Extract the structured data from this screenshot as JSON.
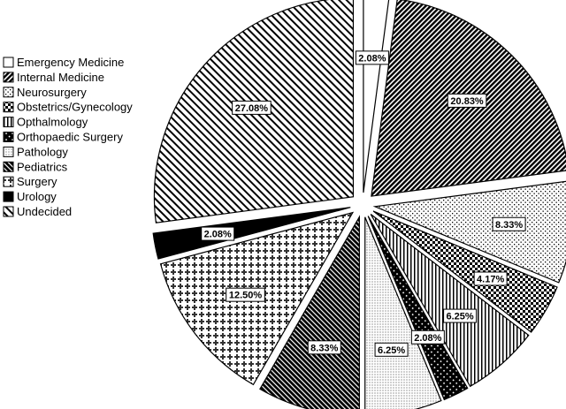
{
  "chart_data": {
    "type": "pie",
    "title": "",
    "legend_position": "left",
    "label_format": "percent",
    "slices": [
      {
        "name": "Emergency Medicine",
        "value": 2.08,
        "label": "2.08%",
        "pattern": "blank",
        "exploded": true
      },
      {
        "name": "Internal Medicine",
        "value": 20.83,
        "label": "20.83%",
        "pattern": "diagonal-dense",
        "exploded": true
      },
      {
        "name": "Neurosurgery",
        "value": 8.33,
        "label": "8.33%",
        "pattern": "dots",
        "exploded": true
      },
      {
        "name": "Obstetrics/Gynecology",
        "value": 4.17,
        "label": "4.17%",
        "pattern": "checker",
        "exploded": true
      },
      {
        "name": "Opthalmology",
        "value": 6.25,
        "label": "6.25%",
        "pattern": "vertical-lines",
        "exploded": true
      },
      {
        "name": "Orthopaedic Surgery",
        "value": 2.08,
        "label": "2.08%",
        "pattern": "diamond",
        "exploded": true
      },
      {
        "name": "Pathology",
        "value": 6.25,
        "label": "6.25%",
        "pattern": "fine-dots",
        "exploded": true
      },
      {
        "name": "Pediatrics",
        "value": 8.33,
        "label": "8.33%",
        "pattern": "diagonal-back",
        "exploded": true
      },
      {
        "name": "Surgery",
        "value": 12.5,
        "label": "12.50%",
        "pattern": "cross",
        "exploded": true
      },
      {
        "name": "Urology",
        "value": 2.08,
        "label": "2.08%",
        "pattern": "solid",
        "exploded": true
      },
      {
        "name": "Undecided",
        "value": 27.08,
        "label": "27.08%",
        "pattern": "diagonal-wide",
        "exploded": true
      }
    ]
  }
}
